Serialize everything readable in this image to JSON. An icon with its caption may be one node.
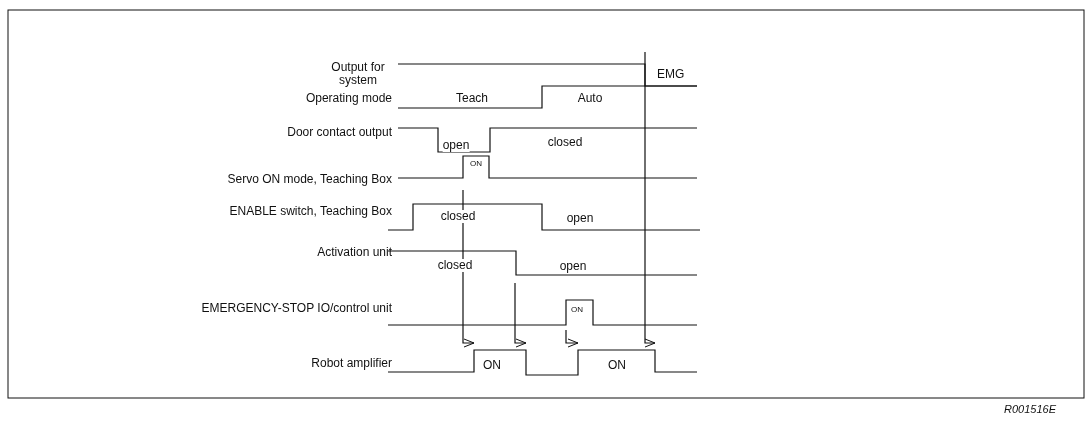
{
  "diagram": {
    "labels": [
      "Output for system",
      "EMG",
      "Operating mode",
      "Teach",
      "Auto",
      "Door contact output",
      "open",
      "closed",
      "Servo ON mode, Teaching Box",
      "ON",
      "ENABLE switch, Teaching Box",
      "closed",
      "open",
      "Activation unit",
      "closed",
      "open",
      "EMERGENCY-STOP IO/control unit",
      "ON",
      "Robot amplifier",
      "ON",
      "ON",
      "R001516E"
    ]
  }
}
